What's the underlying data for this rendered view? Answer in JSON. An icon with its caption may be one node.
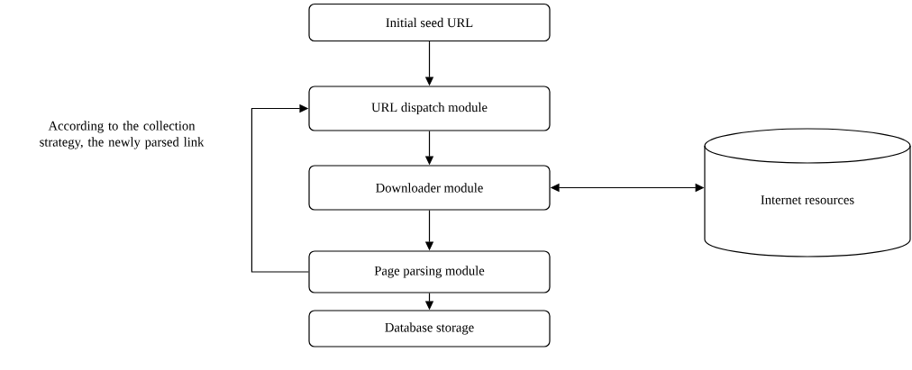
{
  "diagram": {
    "nodes": [
      {
        "text": [
          "Initial seed URL"
        ]
      },
      {
        "text": [
          "URL dispatch module"
        ]
      },
      {
        "text": [
          "Downloader module"
        ]
      },
      {
        "text": [
          "Page parsing module"
        ]
      },
      {
        "text": [
          "Database storage"
        ]
      },
      {
        "text": [
          "Internet resources"
        ]
      }
    ],
    "edges": [
      {
        "from": 0,
        "to": 1,
        "arrow": "to"
      },
      {
        "from": 1,
        "to": 2,
        "arrow": "to"
      },
      {
        "from": 2,
        "to": 3,
        "arrow": "to"
      },
      {
        "from": 3,
        "to": 4,
        "arrow": "to"
      },
      {
        "from": 3,
        "to": 1,
        "arrow": "to",
        "label": "According to the collection strategy, the newly parsed link"
      },
      {
        "from": 2,
        "to": 5,
        "arrow": "both"
      }
    ]
  }
}
